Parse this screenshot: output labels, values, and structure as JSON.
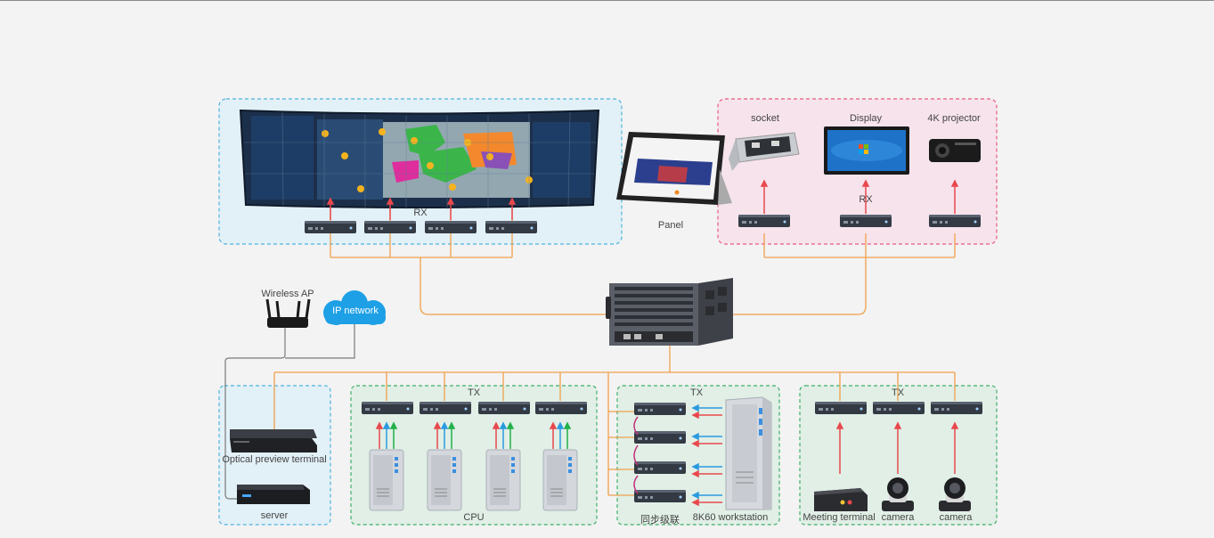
{
  "labels": {
    "rx_wall": "RX",
    "panel": "Panel",
    "socket": "socket",
    "display": "Display",
    "projector": "4K projector",
    "rx_output": "RX",
    "wireless_ap": "Wireless AP",
    "ip_network": "IP network",
    "optical_preview": "Optical preview terminal",
    "server": "server",
    "tx_cpu": "TX",
    "cpu": "CPU",
    "tx_workstation": "TX",
    "cascade": "同步级联",
    "workstation": "8K60 workstation",
    "tx_meeting": "TX",
    "meeting_terminal": "Meeting terminal",
    "camera_1": "camera",
    "camera_2": "camera"
  },
  "colors": {
    "link_orange": "#f0a04b",
    "arrow_red": "#e8484d",
    "arrow_green": "#22b04a",
    "arrow_blue": "#2b9ae0",
    "arrow_magenta": "#c0337a",
    "zone_blue_border": "#4fb3dd",
    "zone_blue_fill": "#e2f0f7",
    "zone_pink_border": "#e65c82",
    "zone_pink_fill": "#f7e3ec",
    "zone_green_border": "#3fae6a",
    "zone_green_fill": "#e1efe6",
    "cloud": "#1ea0e6"
  }
}
